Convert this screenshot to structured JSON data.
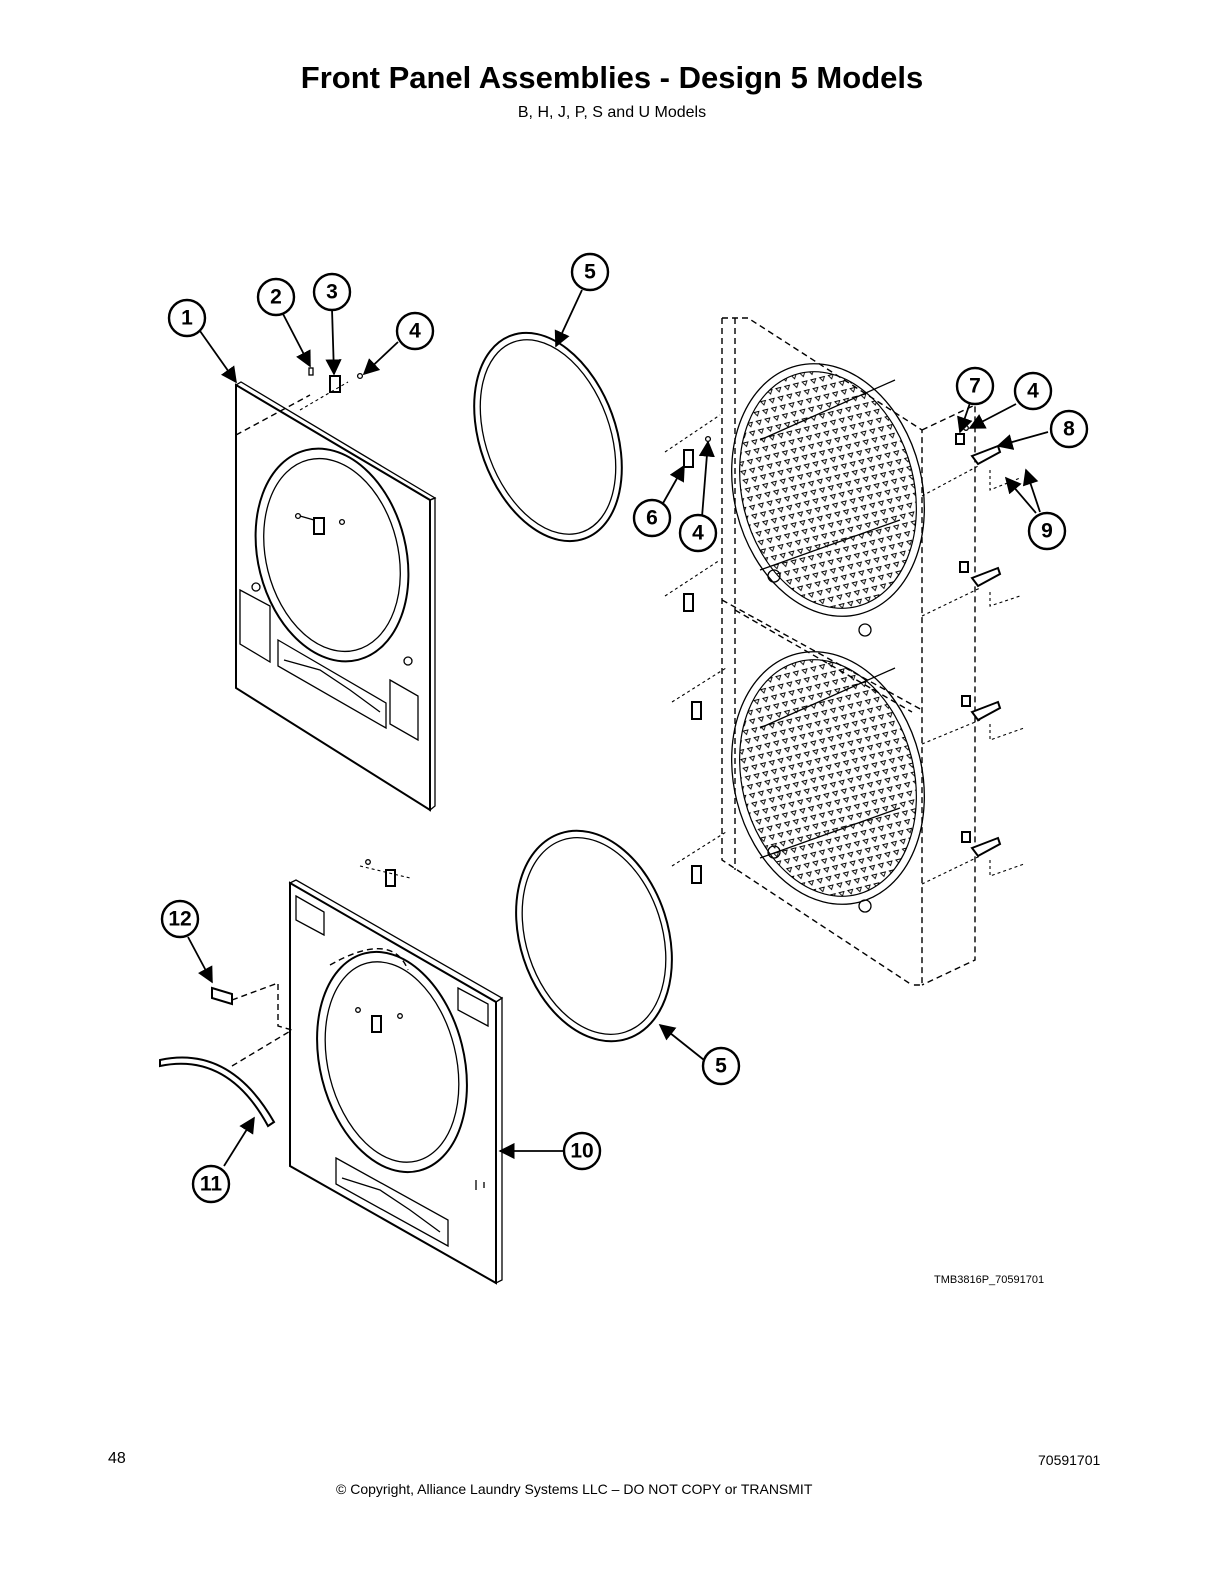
{
  "header": {
    "title": "Front Panel Assemblies - Design 5 Models",
    "subtitle": "B, H, J, P, S and U Models"
  },
  "callouts": [
    {
      "id": "c1",
      "label": "1"
    },
    {
      "id": "c2",
      "label": "2"
    },
    {
      "id": "c3",
      "label": "3"
    },
    {
      "id": "c4a",
      "label": "4"
    },
    {
      "id": "c5a",
      "label": "5"
    },
    {
      "id": "c6",
      "label": "6"
    },
    {
      "id": "c4b",
      "label": "4"
    },
    {
      "id": "c7",
      "label": "7"
    },
    {
      "id": "c4c",
      "label": "4"
    },
    {
      "id": "c8",
      "label": "8"
    },
    {
      "id": "c9",
      "label": "9"
    },
    {
      "id": "c12",
      "label": "12"
    },
    {
      "id": "c5b",
      "label": "5"
    },
    {
      "id": "c10",
      "label": "10"
    },
    {
      "id": "c11",
      "label": "11"
    }
  ],
  "figure_code": "TMB3816P_70591701",
  "footer": {
    "page_number": "48",
    "copyright": "© Copyright, Alliance Laundry Systems LLC – DO NOT COPY or TRANSMIT",
    "document_number": "70591701"
  }
}
